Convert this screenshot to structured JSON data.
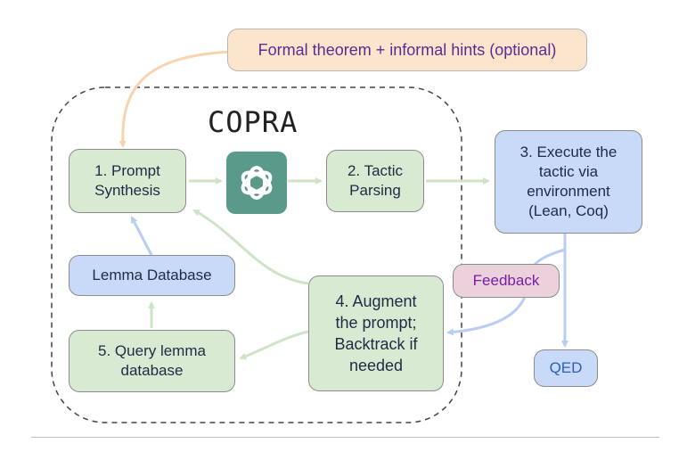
{
  "diagram": {
    "title": "COPRA",
    "input": "Formal theorem + informal hints (optional)",
    "nodes": {
      "prompt_synthesis": "1.  Prompt\nSynthesis",
      "tactic_parsing": "2. Tactic\nParsing",
      "execute": "3. Execute the\ntactic via\nenvironment\n(Lean, Coq)",
      "augment": "4.  Augment\nthe prompt;\nBacktrack if\nneeded",
      "query_lemma": "5.  Query lemma\ndatabase",
      "lemma_db": "Lemma Database",
      "qed": "QED"
    },
    "edge_labels": {
      "feedback": "Feedback"
    },
    "llm_icon": "openai-logo-icon",
    "colors": {
      "green_box": "#d9ead3",
      "blue_box": "#c9daf8",
      "pink_box": "#ead1dc",
      "peach_box": "#fce5cd",
      "logo_bg": "#5a9a89",
      "arrow_green": "#cfe3c6",
      "arrow_blue": "#b9cdf2",
      "arrow_peach": "#f8d3b0"
    }
  }
}
